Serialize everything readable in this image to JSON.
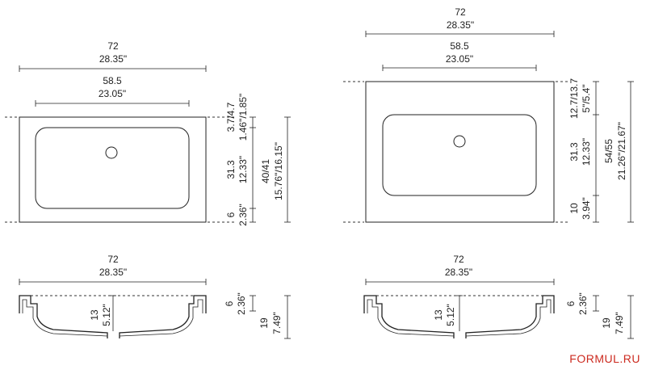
{
  "plan_left": {
    "overall_width_cm": "72",
    "overall_width_in": "28.35\"",
    "basin_width_cm": "58.5",
    "basin_width_in": "23.05\"",
    "rim_top_cm": "3.7/4.7",
    "rim_top_in": "1.46\"/1.85\"",
    "basin_depth_cm": "31.3",
    "basin_depth_in": "12.33\"",
    "rim_bottom_cm": "6",
    "rim_bottom_in": "2.36\"",
    "overall_depth_cm": "40/41",
    "overall_depth_in": "15.76\"/16.15\""
  },
  "plan_right": {
    "overall_width_cm": "72",
    "overall_width_in": "28.35\"",
    "basin_width_cm": "58.5",
    "basin_width_in": "23.05\"",
    "rim_top_cm": "12.7/13.7",
    "rim_top_in": "5\"/5.4\"",
    "basin_depth_cm": "31.3",
    "basin_depth_in": "12.33\"",
    "rim_bottom_cm": "10",
    "rim_bottom_in": "3.94\"",
    "overall_depth_cm": "54/55",
    "overall_depth_in": "21.26\"/21.67\""
  },
  "section_left": {
    "width_cm": "72",
    "width_in": "28.35\"",
    "bowl_depth_cm": "13",
    "bowl_depth_in": "5.12\"",
    "rim_cm": "6",
    "rim_in": "2.36\"",
    "height_cm": "19",
    "height_in": "7.49\""
  },
  "section_right": {
    "width_cm": "72",
    "width_in": "28.35\"",
    "bowl_depth_cm": "13",
    "bowl_depth_in": "5.12\"",
    "rim_cm": "6",
    "rim_in": "2.36\"",
    "height_cm": "19",
    "height_in": "7.49\""
  },
  "watermark": "FORMUL.RU"
}
